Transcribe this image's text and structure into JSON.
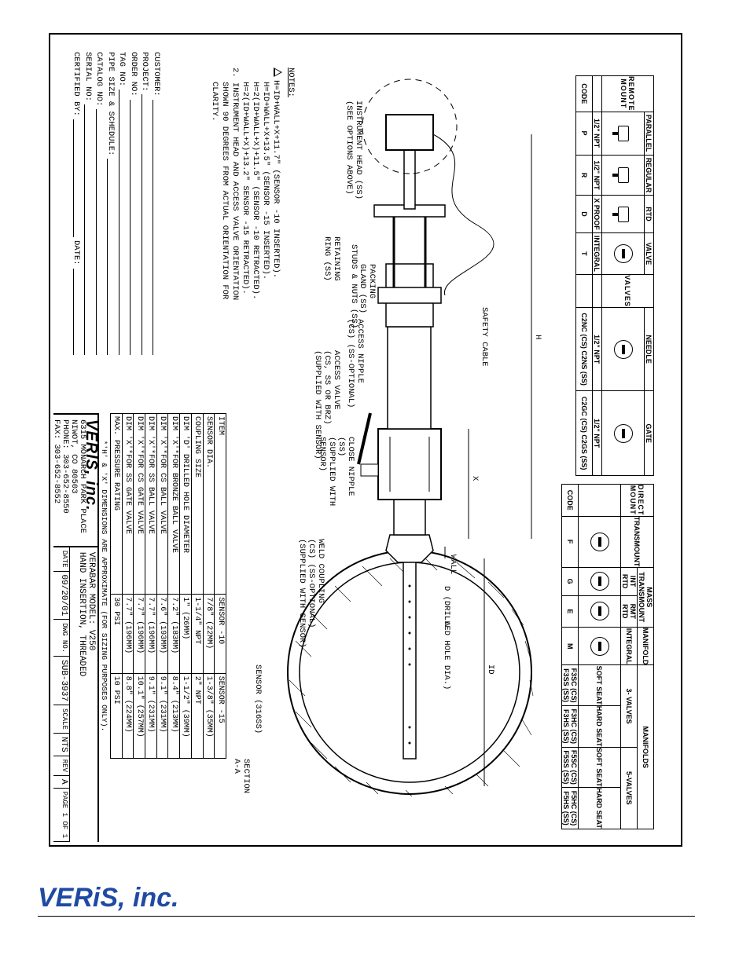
{
  "options": {
    "remote_mount": {
      "row_label": "REMOTE MOUNT",
      "code_label": "CODE",
      "groups": [
        {
          "name": "PARALLEL",
          "sub": "1/2\" NPT",
          "code": "P"
        },
        {
          "name": "REGULAR",
          "sub": "1/2\" NPT",
          "code": "R"
        },
        {
          "name": "RTD",
          "sub": "X PROOF",
          "code": "D"
        },
        {
          "name": "VALVE",
          "sub": "INTEGRAL",
          "code": "T"
        }
      ]
    },
    "valves": {
      "row_label": "VALVES",
      "groups": [
        {
          "name": "NEEDLE",
          "sub": "1/2\" NPT",
          "code": "C2NC (CS) C2NS (SS)"
        },
        {
          "name": "GATE",
          "sub": "1/2\" NPT",
          "code": "C2GC (CS) C2GS (SS)"
        }
      ]
    },
    "direct_mount": {
      "row_label": "DIRECT MOUNT",
      "code_label": "CODE",
      "groups": [
        {
          "name": "TRANSMOUNT",
          "code": "F"
        },
        {
          "name": "MASS TRANSMOUNT",
          "sub": "INT RTD",
          "code": "G"
        },
        {
          "name": "",
          "sub": "RMT RTD",
          "code": "E"
        },
        {
          "name": "MANIFOLD",
          "sub": "INTEGRAL",
          "code": "M"
        }
      ]
    },
    "manifolds": {
      "row_label": "MANIFOLDS",
      "three_valves": "3- VALVES",
      "five_valves": "5-VALVES",
      "groups": [
        {
          "sub": "SOFT SEAT",
          "code": "F3SC (CS) F3SS (SS)"
        },
        {
          "sub": "HARD SEAT",
          "code": "F3HC (CS) F3HS (SS)"
        },
        {
          "sub": "SOFT SEAT",
          "code": "F5SC (CS) F5SS (SS)"
        },
        {
          "sub": "HARD SEAT",
          "code": "F5HC (CS) F5HS (SS)"
        }
      ]
    }
  },
  "drawing_labels": {
    "instrument_head": "INSTRUMENT HEAD (SS)",
    "instrument_head_sub": "(SEE OPTIONS ABOVE)",
    "retaining_ring": "RETAINING",
    "retaining_ring_2": "RING (SS)",
    "studs_nuts": "STUDS & NUTS (SS)",
    "packing_gland": "PACKING",
    "packing_gland_2": "GLAND (SS)",
    "safety_cable": "SAFETY CABLE",
    "access_nipple": "ACCESS NIPPLE",
    "access_nipple_2": "(CS) (SS-OPTIONAL)",
    "access_valve": "ACCESS VALVE",
    "access_valve_2": "(CS, SS OR BRZ)",
    "access_valve_3": "(SUPPLIED WITH SENSOR)",
    "close_nipple": "CLOSE NIPPLE",
    "close_nipple_2": "(SS)",
    "close_nipple_3": "(SUPPLIED WITH",
    "close_nipple_4": "SENSOR)",
    "weld_coupling": "WELD COUPLING",
    "weld_coupling_2": "(CS) (SS-OPTIONAL)",
    "weld_coupling_3": "(SUPPLIED WITH SENSOR)",
    "sensor": "SENSOR (316SS)",
    "drilled_hole": "D (DRILLED HOLE DIA.)",
    "wall": "WALL",
    "id": "ID",
    "h": "H",
    "x": "X",
    "section_a": "A",
    "section_label": "SECTION",
    "section_label_2": "A-A"
  },
  "notes": {
    "header": "NOTES:",
    "note1": [
      "H=ID+WALL+X+11.7\" (SENSOR -10 INSERTED).",
      "H=ID+WALL+X+13.5\" (SENSOR -15 INSERTED).",
      "H=2(ID+WALL+X)+11.5\" (SENSOR -10 RETRACTED).",
      "H=2(ID+WALL+X)+13.2\" SENSOR -15 RETRACTED)."
    ],
    "note2": [
      "2.   INSTRUMENT HEAD AND ACCESS VALVE ORIENTATION",
      "SHOWN 90 DEGREES FROM ACTUAL ORIENTATION FOR",
      "CLARITY."
    ]
  },
  "info_fields": [
    "CUSTOMER:",
    "PROJECT:",
    "ORDER NO:",
    "TAG NO:",
    "PIPE SIZE & SCHEDULE:",
    "CATALOG NO:",
    "SERIAL NO:"
  ],
  "certified": {
    "label": "CERTIFIED BY:",
    "date_label": "DATE:"
  },
  "dimension_table": {
    "headers": [
      "ITEM",
      "SENSOR -10",
      "SENSOR -15"
    ],
    "rows": [
      [
        "SENSOR DIA.",
        "7/8\" (22mm)",
        "1-3/8\" (35mm)"
      ],
      [
        "COUPLING SIZE",
        "1-1/4\" NPT",
        "2\" NPT"
      ],
      [
        "DIM 'D' DRILLED HOLE DIAMETER",
        "1\" (26mm)",
        "1-1/2\" (39mm)"
      ],
      [
        "DIM 'X'*FOR BRONZE BALL VALVE",
        "7.2\" (183mm)",
        "8.4\" (213mm)"
      ],
      [
        "DIM 'X'*FOR CS BALL VALVE",
        "7.6\" (193mm)",
        "9.1\" (231mm)"
      ],
      [
        "DIM 'X'*FOR SS BALL VALVE",
        "7.7\" (196mm)",
        "9.1\" (231mm)"
      ],
      [
        "DIM 'X'*FOR CS GATE VALVE",
        "7.7\" (196mm)",
        "10.1\" (257mm)"
      ],
      [
        "DIM 'X'*FOR SS GATE VALVE",
        "7.7\" (196mm)",
        "8.8\" (224mm)"
      ],
      [
        "MAX. PRESSURE RATING",
        "30 PSI",
        "10 PSI"
      ]
    ],
    "footnote": "*'H' & 'X' DIMENSIONS ARE APPROXIMATE (FOR SIZING PURPOSES ONLY)."
  },
  "title_block": {
    "company_logo": "VERIS, inc.",
    "address1": "6315 MONARCH PARK PLACE",
    "address2": "NIWOT, CO 80503",
    "phone": "PHONE: 303-652-8550",
    "fax": "FAX: 303-652-8552",
    "model": "VERABAR MODEL: V250",
    "description": "HAND INSERTION, THREADED",
    "date_label": "DATE",
    "date": "09/20/01",
    "dwg_label": "DWG NO.",
    "dwg": "SUB-3937",
    "scale_label": "SCALE",
    "scale": "NTS",
    "rev_label": "REV",
    "rev": "A",
    "page": "PAGE 1 OF 1"
  },
  "page_logo": "VERiS, inc."
}
